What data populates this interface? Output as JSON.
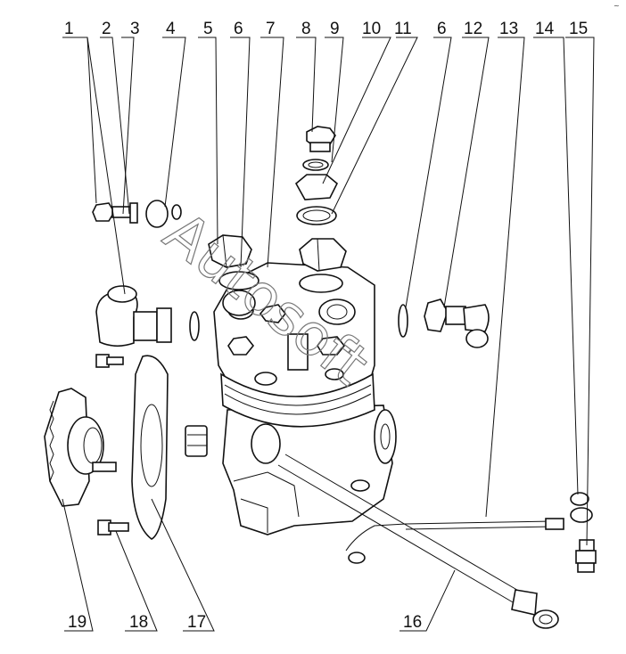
{
  "labels": [
    "1",
    "2",
    "3",
    "4",
    "5",
    "6",
    "7",
    "8",
    "9",
    "10",
    "11",
    "6",
    "12",
    "13",
    "14",
    "15",
    "16",
    "17",
    "18",
    "19"
  ],
  "watermark": "Autosoft",
  "corner_mark": "~"
}
